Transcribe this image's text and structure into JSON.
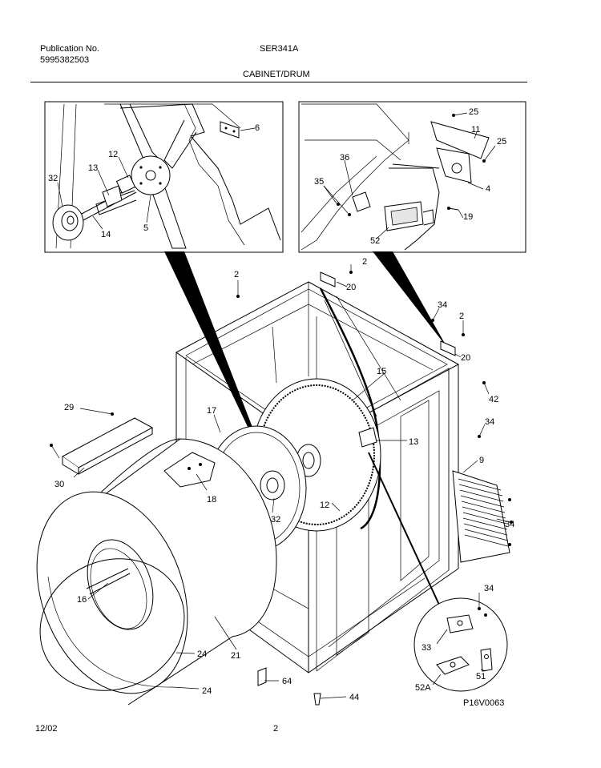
{
  "header": {
    "publication_label": "Publication No.",
    "publication_number": "5995382503",
    "model": "SER341A",
    "section_title": "CABINET/DRUM"
  },
  "footer": {
    "date": "12/02",
    "page_number": "2",
    "diagram_code": "P16V0063"
  },
  "callouts": {
    "inset_left": [
      "6",
      "12",
      "13",
      "32",
      "14",
      "5"
    ],
    "inset_right": [
      "25",
      "11",
      "25",
      "36",
      "35",
      "4",
      "19",
      "52"
    ],
    "main": [
      "2",
      "20",
      "2",
      "34",
      "2",
      "20",
      "15",
      "42",
      "29",
      "17",
      "13",
      "34",
      "9",
      "30",
      "18",
      "12",
      "32",
      "34",
      "16",
      "34",
      "33",
      "51",
      "24",
      "21",
      "52A",
      "64",
      "24",
      "44"
    ]
  }
}
